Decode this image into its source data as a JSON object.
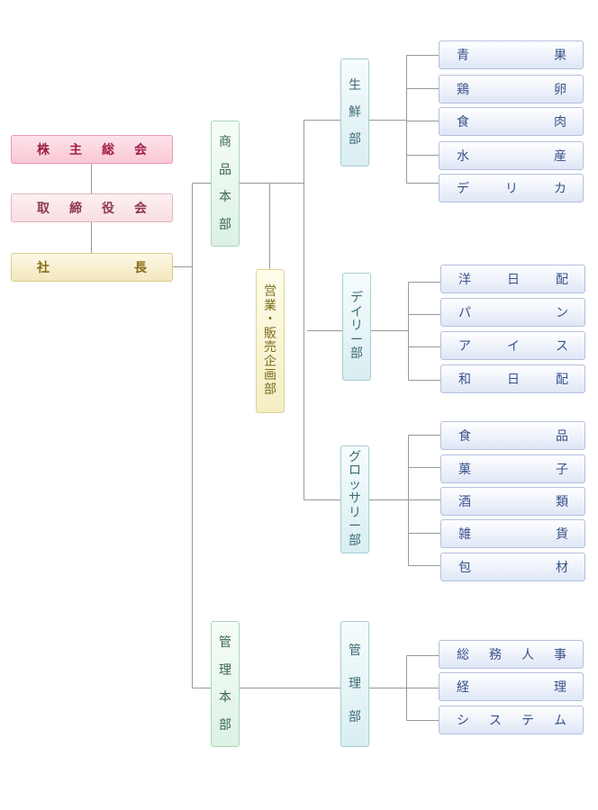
{
  "colors": {
    "line": "#999999",
    "leaf_text": "#36528a",
    "pink_text": "#9e1f48",
    "green_text": "#3a6650"
  },
  "left": {
    "shareholders": [
      "株",
      "主",
      "総",
      "会"
    ],
    "board": [
      "取",
      "締",
      "役",
      "会"
    ],
    "president": [
      "社",
      "長"
    ]
  },
  "divisions": {
    "shohin": [
      "商",
      "品",
      "本",
      "部"
    ],
    "eigyo": [
      "営",
      "業",
      "・",
      "販",
      "売",
      "企",
      "画",
      "部"
    ],
    "kanri_honbu": [
      "管",
      "理",
      "本",
      "部"
    ]
  },
  "departments": {
    "seisen": [
      "生",
      "鮮",
      "部"
    ],
    "daily": [
      "デ",
      "イ",
      "リ",
      "ー",
      "部"
    ],
    "grocery": [
      "グ",
      "ロ",
      "ッ",
      "サ",
      "リ",
      "ー",
      "部"
    ],
    "kanri": [
      "管",
      "理",
      "部"
    ]
  },
  "leaves": {
    "seisen": [
      [
        "青",
        "果"
      ],
      [
        "鶏",
        "卵"
      ],
      [
        "食",
        "肉"
      ],
      [
        "水",
        "産"
      ],
      [
        "デ",
        "リ",
        "カ"
      ]
    ],
    "daily": [
      [
        "洋",
        "日",
        "配"
      ],
      [
        "パ",
        "ン"
      ],
      [
        "ア",
        "イ",
        "ス"
      ],
      [
        "和",
        "日",
        "配"
      ]
    ],
    "grocery": [
      [
        "食",
        "品"
      ],
      [
        "菓",
        "子"
      ],
      [
        "酒",
        "類"
      ],
      [
        "雑",
        "貨"
      ],
      [
        "包",
        "材"
      ]
    ],
    "kanri": [
      [
        "総",
        "務",
        "人",
        "事"
      ],
      [
        "経",
        "理"
      ],
      [
        "シ",
        "ス",
        "テ",
        "ム"
      ]
    ]
  }
}
